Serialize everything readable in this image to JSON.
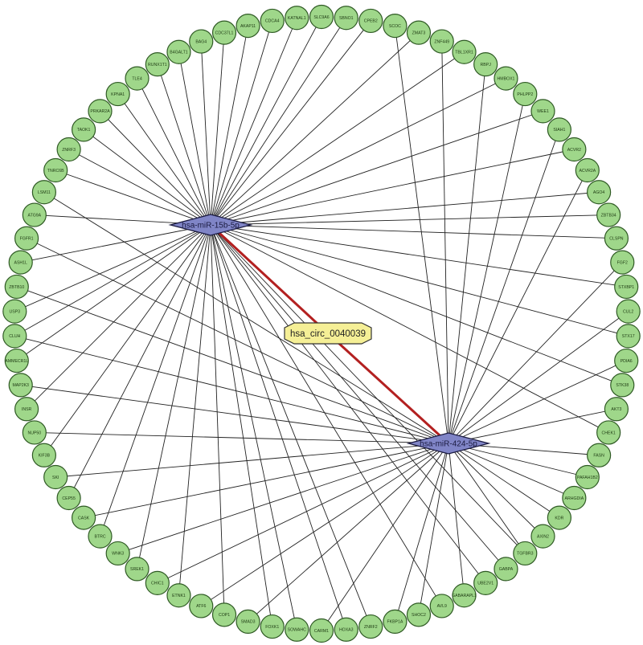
{
  "colors": {
    "gene_fill": "#9fd78a",
    "gene_stroke": "#2f5a24",
    "mirna_fill": "#8085c7",
    "mirna_stroke": "#1a1a40",
    "circ_fill": "#f5ef96",
    "circ_stroke": "#333333",
    "edge": "#222222",
    "circ_edge": "#b32020"
  },
  "circrna": {
    "label": "hsa_circ_0040039",
    "shape": "octagon",
    "targets": [
      "hsa-miR-15b-5p",
      "hsa-miR-424-5p"
    ]
  },
  "mirnas": [
    {
      "label": "hsa-miR-15b-5p",
      "shape": "diamond"
    },
    {
      "label": "hsa-miR-424-5p",
      "shape": "diamond"
    }
  ],
  "genes": [
    {
      "label": "SLC9A6",
      "targets": [
        "hsa-miR-15b-5p"
      ]
    },
    {
      "label": "SBNO1",
      "targets": [
        "hsa-miR-15b-5p"
      ]
    },
    {
      "label": "CPEB2",
      "targets": [
        "hsa-miR-15b-5p"
      ]
    },
    {
      "label": "SCOC",
      "targets": [
        "hsa-miR-424-5p"
      ]
    },
    {
      "label": "ZMAT3",
      "targets": [
        "hsa-miR-15b-5p"
      ]
    },
    {
      "label": "ZNF449",
      "targets": [
        "hsa-miR-424-5p"
      ]
    },
    {
      "label": "TBL1XR1",
      "targets": [
        "hsa-miR-15b-5p"
      ]
    },
    {
      "label": "RBPJ",
      "targets": [
        "hsa-miR-424-5p"
      ]
    },
    {
      "label": "HMBOX1",
      "targets": [
        "hsa-miR-15b-5p"
      ]
    },
    {
      "label": "PHLPP2",
      "targets": [
        "hsa-miR-424-5p"
      ]
    },
    {
      "label": "WEE1",
      "targets": [
        "hsa-miR-15b-5p"
      ]
    },
    {
      "label": "SIAH1",
      "targets": [
        "hsa-miR-424-5p"
      ]
    },
    {
      "label": "ACVR2",
      "targets": [
        "hsa-miR-15b-5p"
      ]
    },
    {
      "label": "ACVR2A",
      "targets": [
        "hsa-miR-424-5p"
      ]
    },
    {
      "label": "AGO4",
      "targets": [
        "hsa-miR-15b-5p"
      ]
    },
    {
      "label": "ZBTB34",
      "targets": [
        "hsa-miR-15b-5p"
      ]
    },
    {
      "label": "CLSPN",
      "targets": [
        "hsa-miR-15b-5p"
      ]
    },
    {
      "label": "FGF2",
      "targets": [
        "hsa-miR-424-5p"
      ]
    },
    {
      "label": "STXBP1",
      "targets": [
        "hsa-miR-15b-5p"
      ]
    },
    {
      "label": "CUL2",
      "targets": [
        "hsa-miR-424-5p"
      ]
    },
    {
      "label": "STX17",
      "targets": [
        "hsa-miR-15b-5p"
      ]
    },
    {
      "label": "PDIA6",
      "targets": [
        "hsa-miR-424-5p"
      ]
    },
    {
      "label": "STK38",
      "targets": [
        "hsa-miR-15b-5p"
      ]
    },
    {
      "label": "AKT3",
      "targets": [
        "hsa-miR-424-5p"
      ]
    },
    {
      "label": "CHEK1",
      "targets": [
        "hsa-miR-15b-5p"
      ]
    },
    {
      "label": "FASN",
      "targets": [
        "hsa-miR-424-5p"
      ]
    },
    {
      "label": "PAFAH1B2",
      "targets": [
        "hsa-miR-424-5p"
      ]
    },
    {
      "label": "ARHGDIA",
      "targets": [
        "hsa-miR-424-5p"
      ]
    },
    {
      "label": "KDR",
      "targets": [
        "hsa-miR-424-5p"
      ]
    },
    {
      "label": "AXIN2",
      "targets": [
        "hsa-miR-424-5p"
      ]
    },
    {
      "label": "TGFBR3",
      "targets": [
        "hsa-miR-424-5p",
        "hsa-miR-15b-5p"
      ]
    },
    {
      "label": "GABPA",
      "targets": [
        "hsa-miR-15b-5p"
      ]
    },
    {
      "label": "UBE2V1",
      "targets": [
        "hsa-miR-15b-5p"
      ]
    },
    {
      "label": "GABARAPL1",
      "targets": [
        "hsa-miR-424-5p"
      ]
    },
    {
      "label": "AVL9",
      "targets": [
        "hsa-miR-15b-5p"
      ]
    },
    {
      "label": "SHOC2",
      "targets": [
        "hsa-miR-424-5p"
      ]
    },
    {
      "label": "FKBP1A",
      "targets": [
        "hsa-miR-424-5p"
      ]
    },
    {
      "label": "ZNRF2",
      "targets": [
        "hsa-miR-15b-5p"
      ]
    },
    {
      "label": "HOXA3",
      "targets": [
        "hsa-miR-15b-5p"
      ]
    },
    {
      "label": "CARM1",
      "targets": [
        "hsa-miR-424-5p"
      ]
    },
    {
      "label": "SOWAHC",
      "targets": [
        "hsa-miR-15b-5p"
      ]
    },
    {
      "label": "FOXK1",
      "targets": [
        "hsa-miR-15b-5p"
      ]
    },
    {
      "label": "SMAD3",
      "targets": [
        "hsa-miR-424-5p"
      ]
    },
    {
      "label": "COP1",
      "targets": [
        "hsa-miR-15b-5p"
      ]
    },
    {
      "label": "ATF6",
      "targets": [
        "hsa-miR-424-5p"
      ]
    },
    {
      "label": "ETNK1",
      "targets": [
        "hsa-miR-15b-5p"
      ]
    },
    {
      "label": "CHIC1",
      "targets": [
        "hsa-miR-424-5p"
      ]
    },
    {
      "label": "SREK1",
      "targets": [
        "hsa-miR-15b-5p"
      ]
    },
    {
      "label": "WNK3",
      "targets": [
        "hsa-miR-424-5p"
      ]
    },
    {
      "label": "BTRC",
      "targets": [
        "hsa-miR-15b-5p"
      ]
    },
    {
      "label": "CASK",
      "targets": [
        "hsa-miR-424-5p"
      ]
    },
    {
      "label": "CEP55",
      "targets": [
        "hsa-miR-15b-5p"
      ]
    },
    {
      "label": "SKI",
      "targets": [
        "hsa-miR-424-5p"
      ]
    },
    {
      "label": "KIF3B",
      "targets": [
        "hsa-miR-15b-5p"
      ]
    },
    {
      "label": "NUP50",
      "targets": [
        "hsa-miR-424-5p"
      ]
    },
    {
      "label": "INSR",
      "targets": [
        "hsa-miR-15b-5p"
      ]
    },
    {
      "label": "MAP2K3",
      "targets": [
        "hsa-miR-424-5p"
      ]
    },
    {
      "label": "AMMECR1L",
      "targets": [
        "hsa-miR-15b-5p"
      ]
    },
    {
      "label": "CLUH",
      "targets": [
        "hsa-miR-15b-5p",
        "hsa-miR-424-5p"
      ]
    },
    {
      "label": "USP3",
      "targets": [
        "hsa-miR-15b-5p"
      ]
    },
    {
      "label": "ZBTB10",
      "targets": [
        "hsa-miR-424-5p"
      ]
    },
    {
      "label": "ASH1L",
      "targets": [
        "hsa-miR-15b-5p"
      ]
    },
    {
      "label": "FGFR1",
      "targets": [
        "hsa-miR-424-5p"
      ]
    },
    {
      "label": "ATG9A",
      "targets": [
        "hsa-miR-15b-5p"
      ]
    },
    {
      "label": "LSM11",
      "targets": [
        "hsa-miR-424-5p"
      ]
    },
    {
      "label": "TNRC6B",
      "targets": [
        "hsa-miR-15b-5p"
      ]
    },
    {
      "label": "ZNRF3",
      "targets": [
        "hsa-miR-15b-5p"
      ]
    },
    {
      "label": "TAOK1",
      "targets": [
        "hsa-miR-15b-5p"
      ]
    },
    {
      "label": "PRKAR2A",
      "targets": [
        "hsa-miR-15b-5p"
      ]
    },
    {
      "label": "KPNA1",
      "targets": [
        "hsa-miR-15b-5p"
      ]
    },
    {
      "label": "TLE4",
      "targets": [
        "hsa-miR-15b-5p"
      ]
    },
    {
      "label": "RUNX1T1",
      "targets": [
        "hsa-miR-15b-5p"
      ]
    },
    {
      "label": "B4GALT1",
      "targets": [
        "hsa-miR-15b-5p"
      ]
    },
    {
      "label": "BAG4",
      "targets": [
        "hsa-miR-15b-5p"
      ]
    },
    {
      "label": "CDC37L1",
      "targets": [
        "hsa-miR-15b-5p"
      ]
    },
    {
      "label": "AKAP11",
      "targets": [
        "hsa-miR-15b-5p"
      ]
    },
    {
      "label": "CDCA4",
      "targets": [
        "hsa-miR-15b-5p"
      ]
    },
    {
      "label": "KATNAL1",
      "targets": [
        "hsa-miR-15b-5p"
      ]
    }
  ]
}
